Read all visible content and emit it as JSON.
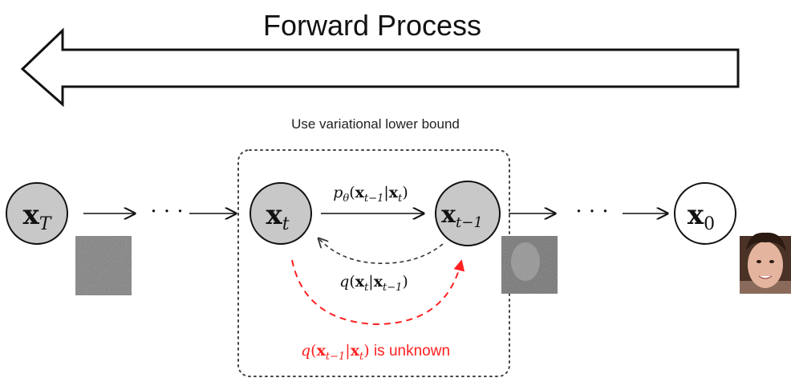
{
  "arrow": {
    "label": "Forward Process"
  },
  "box": {
    "caption": "Use variational lower bound"
  },
  "nodes": {
    "xT": {
      "var": "x",
      "sub": "T"
    },
    "xt": {
      "var": "x",
      "sub": "t"
    },
    "xtm1": {
      "var": "x",
      "sub": "t−1"
    },
    "x0": {
      "var": "x",
      "sub": "0"
    }
  },
  "dots": {
    "left": "· · ·",
    "right": "· · ·"
  },
  "labels": {
    "p": {
      "func": "p",
      "func_sub": "θ",
      "open": "(",
      "x1": "x",
      "x1_sub": "t−1",
      "bar": "|",
      "x2": "x",
      "x2_sub": "t",
      "close": ")"
    },
    "q": {
      "func": "q",
      "open": "(",
      "x1": "x",
      "x1_sub": "t",
      "bar": "|",
      "x2": "x",
      "x2_sub": "t−1",
      "close": ")"
    },
    "q_unknown": {
      "func": "q",
      "open": "(",
      "x1": "x",
      "x1_sub": "t−1",
      "bar": "|",
      "x2": "x",
      "x2_sub": "t",
      "close": ")",
      "suffix": " is unknown"
    }
  },
  "colors": {
    "node_fill": "#c8c8c8",
    "red": "#ff2020",
    "stroke": "#111111"
  }
}
